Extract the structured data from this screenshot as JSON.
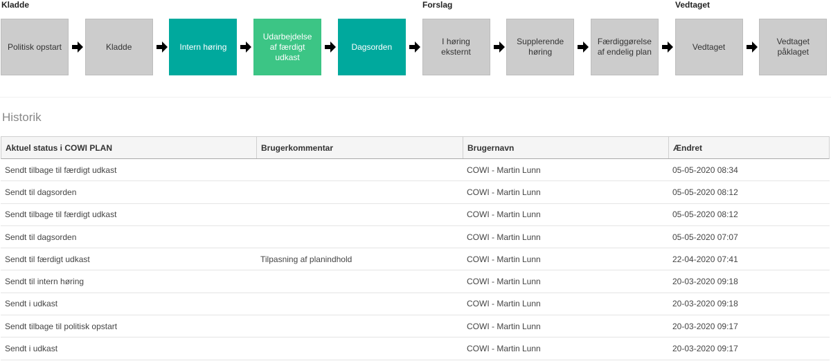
{
  "phases": {
    "kladde": "Kladde",
    "forslag": "Forslag",
    "vedtaget": "Vedtaget"
  },
  "steps": [
    {
      "label": "Politisk opstart",
      "state": "inactive"
    },
    {
      "label": "Kladde",
      "state": "inactive"
    },
    {
      "label": "Intern høring",
      "state": "active"
    },
    {
      "label": "Udarbejdelse af færdigt udkast",
      "state": "current"
    },
    {
      "label": "Dagsorden",
      "state": "active"
    },
    {
      "label": "I høring eksternt",
      "state": "inactive"
    },
    {
      "label": "Supplerende høring",
      "state": "inactive"
    },
    {
      "label": "Færdiggørelse af endelig plan",
      "state": "inactive"
    },
    {
      "label": "Vedtaget",
      "state": "inactive"
    },
    {
      "label": "Vedtaget påklaget",
      "state": "inactive"
    }
  ],
  "colors": {
    "active": "#00a99d",
    "current": "#3cc585",
    "inactive": "#cccccc",
    "arrow": "#000000"
  },
  "history": {
    "title": "Historik",
    "columns": [
      "Aktuel status i COWI PLAN",
      "Brugerkommentar",
      "Brugernavn",
      "Ændret"
    ],
    "rows": [
      [
        "Sendt tilbage til færdigt udkast",
        "",
        "COWI - Martin Lunn",
        "05-05-2020 08:34"
      ],
      [
        "Sendt til dagsorden",
        "",
        "COWI - Martin Lunn",
        "05-05-2020 08:12"
      ],
      [
        "Sendt tilbage til færdigt udkast",
        "",
        "COWI - Martin Lunn",
        "05-05-2020 08:12"
      ],
      [
        "Sendt til dagsorden",
        "",
        "COWI - Martin Lunn",
        "05-05-2020 07:07"
      ],
      [
        "Sendt til færdigt udkast",
        "Tilpasning af planindhold",
        "COWI - Martin Lunn",
        "22-04-2020 07:41"
      ],
      [
        "Sendt til intern høring",
        "",
        "COWI - Martin Lunn",
        "20-03-2020 09:18"
      ],
      [
        "Sendt i udkast",
        "",
        "COWI - Martin Lunn",
        "20-03-2020 09:18"
      ],
      [
        "Sendt tilbage til politisk opstart",
        "",
        "COWI - Martin Lunn",
        "20-03-2020 09:17"
      ],
      [
        "Sendt i udkast",
        "",
        "COWI - Martin Lunn",
        "20-03-2020 09:17"
      ]
    ]
  }
}
